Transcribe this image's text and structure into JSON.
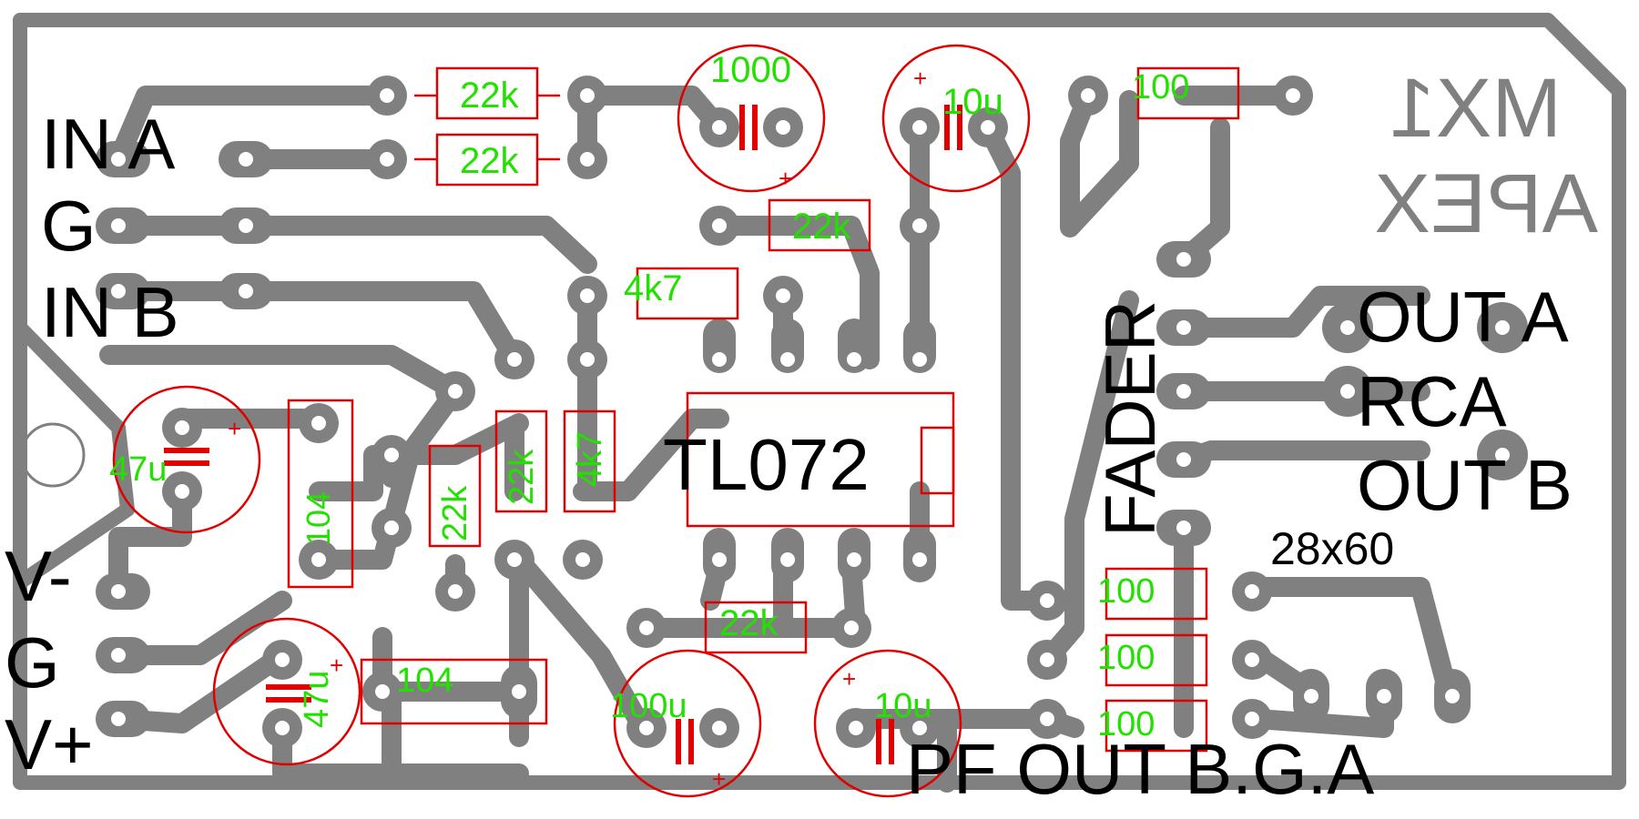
{
  "board": {
    "title_mirrored_line1": "MX1",
    "title_mirrored_line2": "APEX",
    "size_note": "28x60"
  },
  "connector_labels": {
    "in_a": "IN A",
    "g_top": "G",
    "in_b": "IN B",
    "v_minus": "V-",
    "g_bottom": "G",
    "v_plus": "V+",
    "out_a": "OUT A",
    "rca": "RCA",
    "out_b": "OUT B",
    "fader": "FADER",
    "pf_out": "PF OUT B.G.A"
  },
  "ic": {
    "part": "TL072"
  },
  "resistors": {
    "r1": "22k",
    "r2": "22k",
    "r3": "22k",
    "r4": "4k7",
    "r5": "22k",
    "r6": "22k",
    "r7": "4k7",
    "r8": "22k",
    "r9": "100",
    "r10": "100",
    "r11": "100",
    "r12": "100"
  },
  "capacitors": {
    "c1": "1000",
    "c2": "10u",
    "c3": "47u",
    "c4": "104",
    "c5": "47u",
    "c6": "104",
    "c7": "100u",
    "c8": "10u"
  },
  "colors": {
    "copper": "#808080",
    "silkscreen": "#e00000",
    "value_text": "#22e000",
    "label_text": "#000000",
    "background": "#ffffff"
  }
}
